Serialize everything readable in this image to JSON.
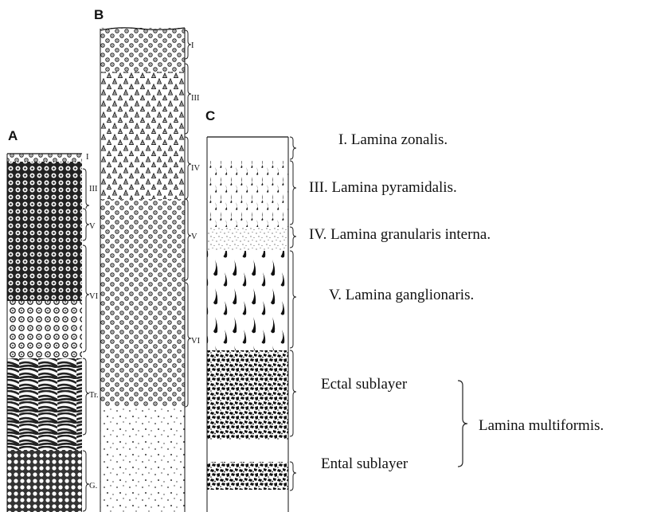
{
  "panels": {
    "a": {
      "letter": "A",
      "layers": [
        "I",
        "III",
        "V",
        "VI",
        "Tr.",
        "G."
      ]
    },
    "b": {
      "letter": "B",
      "layers": [
        "I",
        "III",
        "IV",
        "V",
        "VI"
      ]
    },
    "c": {
      "letter": "C"
    }
  },
  "legend": {
    "zonalis": "I. Lamina zonalis.",
    "pyramidalis": "III. Lamina pyramidalis.",
    "granularis": "IV. Lamina granularis interna.",
    "ganglionaris": "V. Lamina ganglionaris.",
    "ectal": "Ectal sublayer",
    "ental": "Ental sublayer",
    "multiformis": "Lamina multiformis."
  }
}
